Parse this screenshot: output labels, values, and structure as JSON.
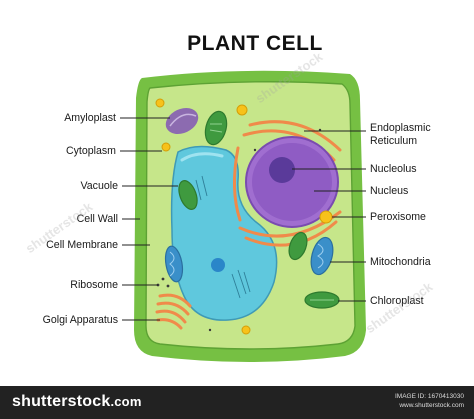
{
  "title": "PLANT CELL",
  "labels_left": {
    "amyloplast": "Amyloplast",
    "cytoplasm": "Cytoplasm",
    "vacuole": "Vacuole",
    "cell_wall": "Cell Wall",
    "cell_membrane": "Cell Membrane",
    "ribosome": "Ribosome",
    "golgi": "Golgi Apparatus"
  },
  "labels_right": {
    "er_line1": "Endoplasmic",
    "er_line2": "Reticulum",
    "nucleolus": "Nucleolus",
    "nucleus": "Nucleus",
    "peroxisome": "Peroxisome",
    "mitochondria": "Mitochondria",
    "chloroplast": "Chloroplast"
  },
  "watermark": {
    "logo": "shutterstock",
    "logo_suffix": ".com",
    "image_id": "IMAGE ID: 1670413030",
    "site": "www.shutterstock.com",
    "overlay_text": "shutterstock"
  },
  "colors": {
    "cell_wall": "#76c043",
    "cytoplasm": "#c6e68a",
    "vacuole": "#5fc8dd",
    "nucleus": "#a06ed0",
    "nucleolus": "#5a3a9a",
    "er": "#f08a4a",
    "chloroplast": "#3f9a3f",
    "mitochondria": "#3a8fc9",
    "peroxisome": "#f7c21a",
    "amyloplast": "#8c6bb0",
    "label_line": "#222222"
  }
}
